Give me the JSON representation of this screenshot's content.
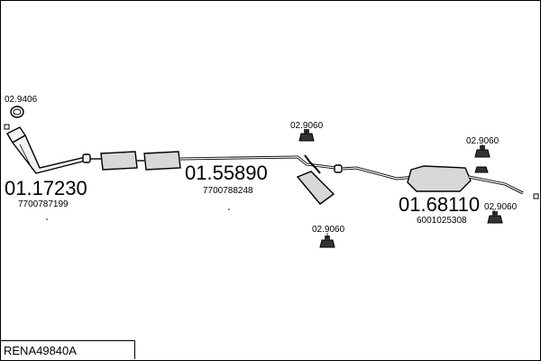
{
  "kit_code": "RENA49840A",
  "sections": {
    "front": {
      "part_number": "01.17230",
      "oe_number": "7700787199",
      "gasket_label": "02.9406"
    },
    "middle": {
      "part_number": "01.55890",
      "oe_number": "7700788248"
    },
    "rear": {
      "part_number": "01.68110",
      "oe_number": "6001025308"
    }
  },
  "mounts": {
    "mount_1": "02.9060",
    "mount_2": "02.9060",
    "mount_3": "02.9060",
    "mount_4": "02.9060"
  }
}
